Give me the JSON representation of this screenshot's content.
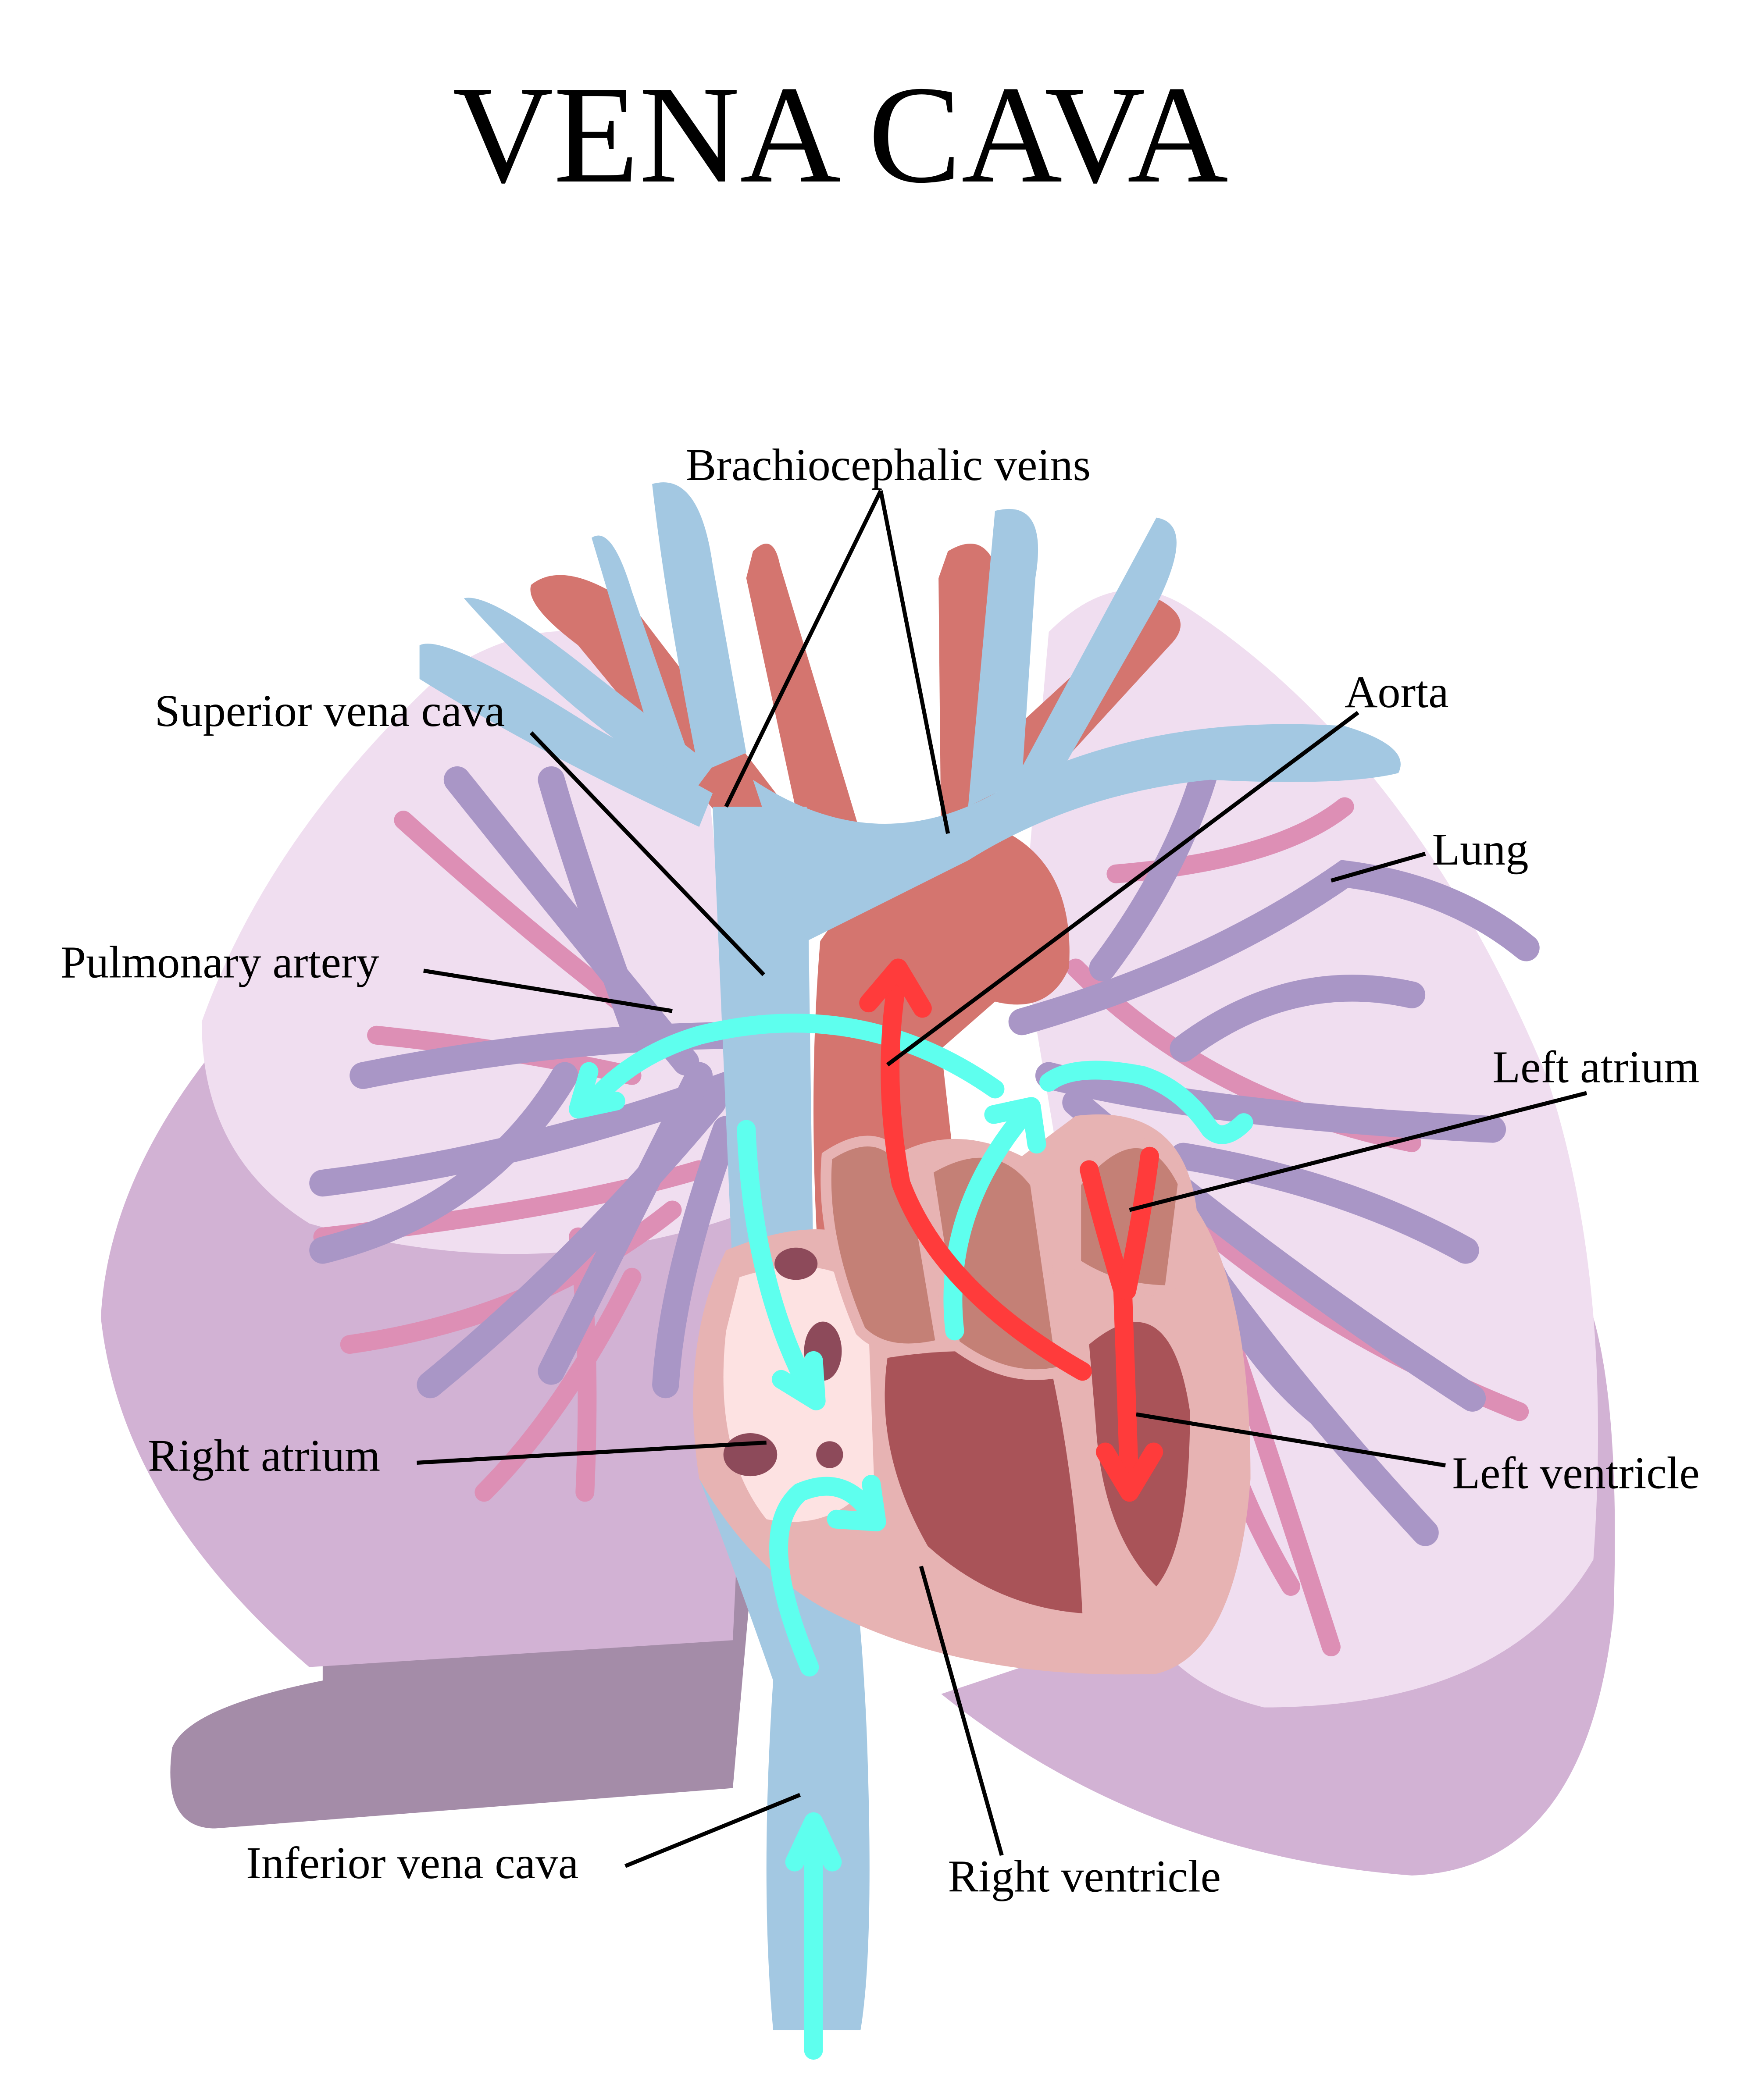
{
  "title": "VENA CAVA",
  "labels": {
    "brachiocephalic_veins": "Brachiocephalic veins",
    "superior_vena_cava": "Superior vena cava",
    "aorta": "Aorta",
    "lung": "Lung",
    "pulmonary_artery": "Pulmonary artery",
    "left_atrium": "Left atrium",
    "right_atrium": "Right atrium",
    "left_ventricle": "Left ventricle",
    "inferior_vena_cava": "Inferior vena cava",
    "right_ventricle": "Right ventricle"
  },
  "colors": {
    "vein": "#a3c8e2",
    "aorta": "#d4756f",
    "lung_light": "#f0def0",
    "lung_dark": "#d2b2d4",
    "liver": "#a48ca8",
    "pulmonary_vessel": "#a996c6",
    "pink_vessel": "#dd8fb5",
    "deoxygenated_flow": "#5effee",
    "oxygenated_flow": "#ff3b3b"
  }
}
